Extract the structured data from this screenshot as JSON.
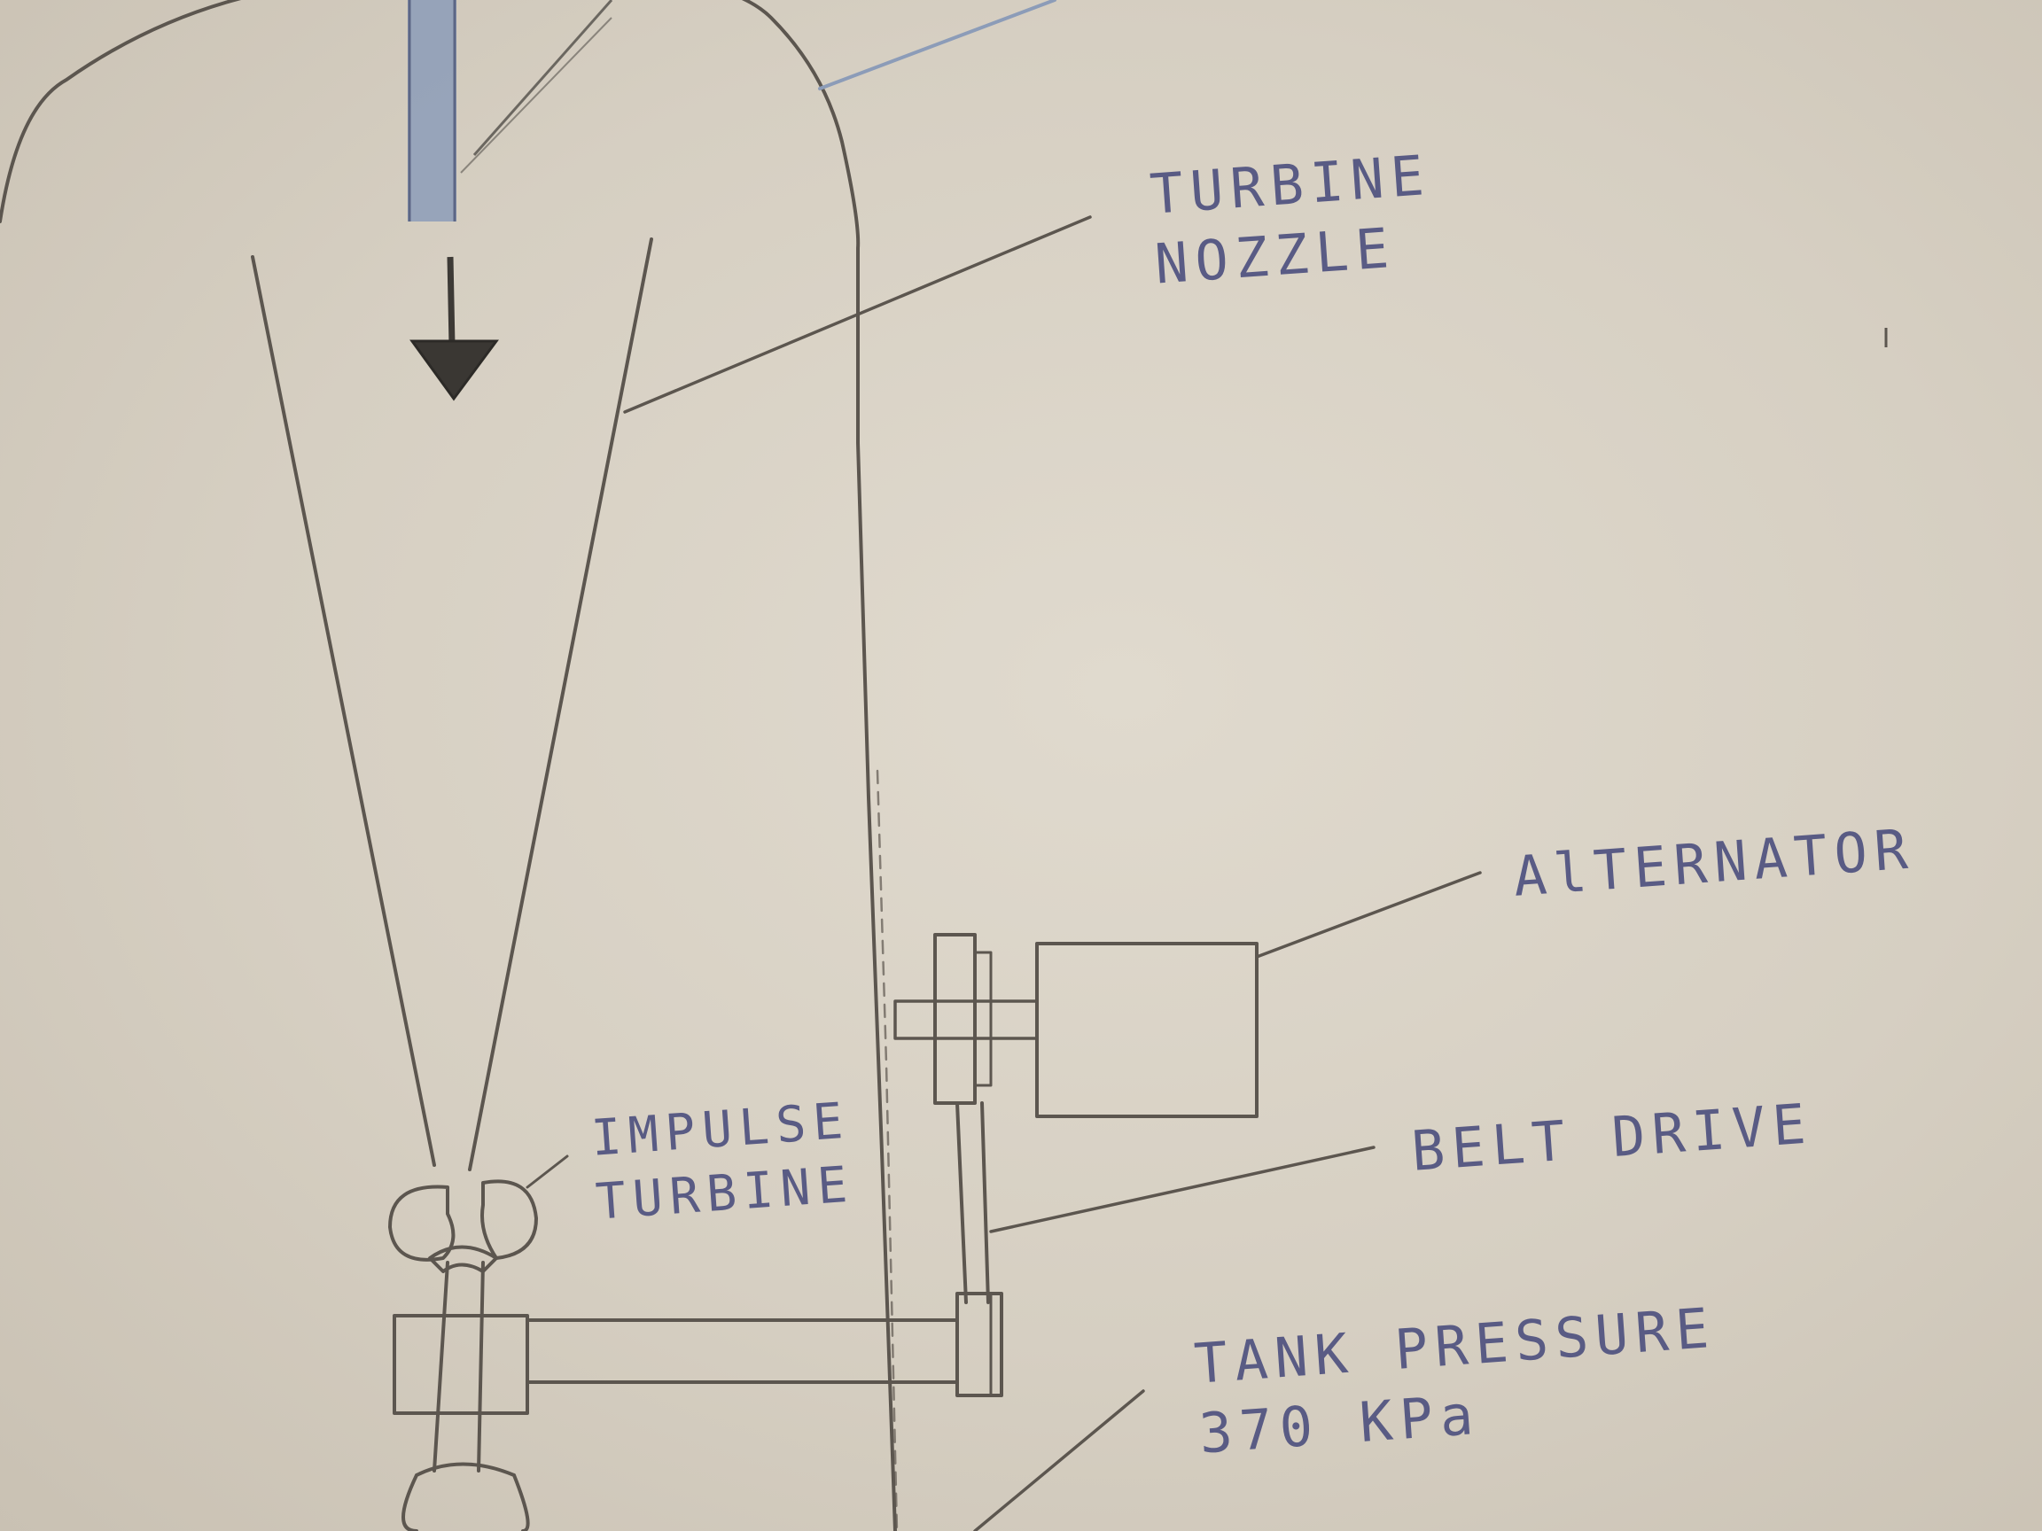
{
  "labels": {
    "turbine_nozzle": [
      "TURBINE",
      "NOZZLE"
    ],
    "alternator": "AlTERNATOR",
    "impulse_turbine": [
      "IMPULSE",
      "TURBINE"
    ],
    "belt_drive": "BELT DRIVE",
    "tank_pressure": [
      "TANK PRESSURE",
      "370 KPa"
    ]
  },
  "colors": {
    "paper": "#d9d2c6",
    "pencil": "#5c564f",
    "ink": "#4c4f7e",
    "blue_pipe": "#8c9cb8"
  }
}
